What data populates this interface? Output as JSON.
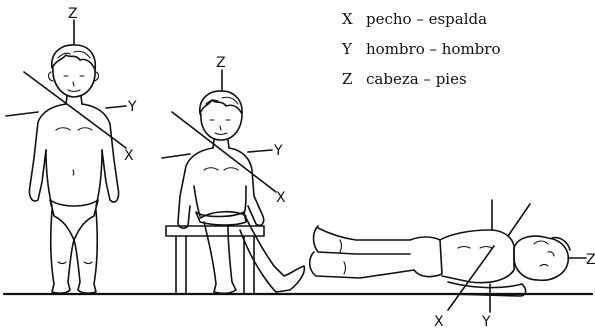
{
  "legend": [
    {
      "axis": "X",
      "text": "pecho – espalda"
    },
    {
      "axis": "Y",
      "text": "hombro – hombro"
    },
    {
      "axis": "Z",
      "text": "cabeza – pies"
    }
  ],
  "figures": [
    {
      "pose": "standing",
      "axis_labels": {
        "x": "X",
        "y": "Y",
        "z": "Z"
      }
    },
    {
      "pose": "sitting",
      "axis_labels": {
        "x": "X",
        "y": "Y",
        "z": "Z"
      }
    },
    {
      "pose": "lying",
      "axis_labels": {
        "x": "X",
        "y": "Y",
        "z": "Z"
      }
    }
  ]
}
